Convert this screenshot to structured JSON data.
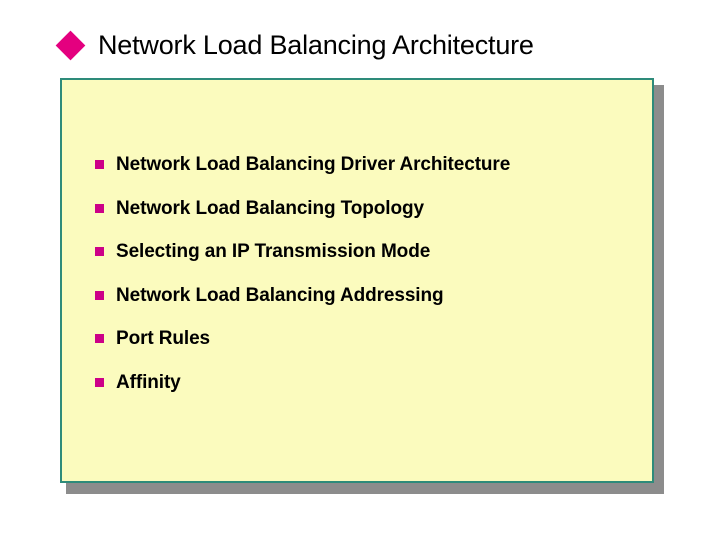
{
  "slide": {
    "title": {
      "text": "Network Load Balancing Architecture",
      "bullet_icon": "diamond-icon",
      "bullet_color": "#e4007f",
      "text_color": "#000000"
    },
    "content_box": {
      "background_color": "#fbfbbe",
      "border_color": "#2e8b7a",
      "shadow_color": "#8c8c8c",
      "bullet_icon": "square-icon",
      "bullet_color": "#cc0088",
      "items": [
        {
          "label": "Network Load Balancing Driver Architecture"
        },
        {
          "label": "Network Load Balancing Topology"
        },
        {
          "label": "Selecting an IP Transmission Mode"
        },
        {
          "label": "Network Load Balancing Addressing"
        },
        {
          "label": "Port Rules"
        },
        {
          "label": "Affinity"
        }
      ]
    },
    "canvas": {
      "background_color": "#ffffff"
    }
  }
}
